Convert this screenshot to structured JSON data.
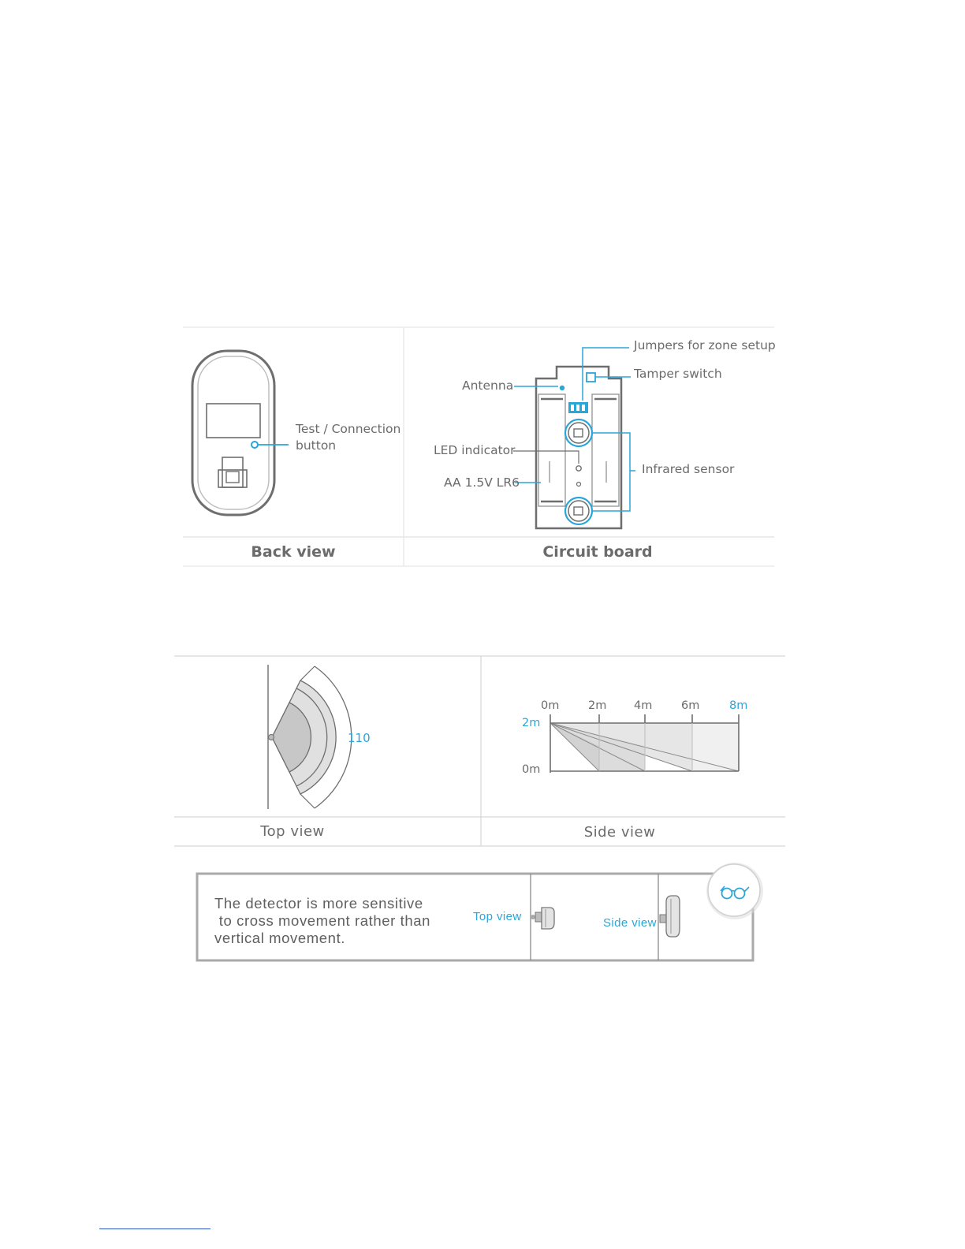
{
  "section1": {
    "back_view_caption": "Back view",
    "circuit_board_caption": "Circuit board",
    "back_view_callout": [
      "Test / Connection",
      "button"
    ],
    "circuit_callouts": {
      "jumpers": "Jumpers for zone setup",
      "tamper": "Tamper switch",
      "antenna": "Antenna",
      "led": "LED indicator",
      "battery": "AA 1.5V LR6",
      "infrared": "Infrared sensor"
    }
  },
  "section2": {
    "top_view_caption": "Top view",
    "side_view_caption": "Side view",
    "top_view_angle": "110",
    "side_view": {
      "x_ticks": [
        "0m",
        "2m",
        "4m",
        "6m",
        "8m"
      ],
      "y_ticks": [
        "2m",
        "0m"
      ]
    }
  },
  "note": {
    "lines": [
      "The detector is more sensitive",
      " to cross movement rather than",
      "vertical movement."
    ],
    "top_view_label": "Top view",
    "side_view_label": "Side view",
    "icon": "glasses-icon"
  },
  "colors": {
    "accent": "#2aa6d8",
    "line": "#6e6e6e",
    "rule": "#d6d6d6"
  }
}
